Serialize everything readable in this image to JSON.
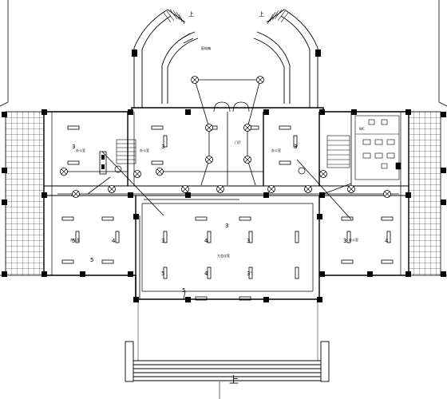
{
  "drawing": {
    "title_mark": "上",
    "stair_marks": [
      "上",
      "上"
    ],
    "room_labels": [
      "办公室",
      "办公室",
      "办公室",
      "大会议室",
      "办公室",
      "办公室"
    ],
    "circuit_numbers": [
      "3",
      "3",
      "4",
      "5",
      "3",
      "4",
      "5",
      "3",
      "3",
      "4",
      "5",
      "3'",
      "3",
      "3",
      "4",
      "5"
    ],
    "other_labels": [
      "门厅",
      "配电箱",
      "WC"
    ]
  },
  "colors": {
    "ink": "#000000",
    "paper": "#ffffff"
  }
}
